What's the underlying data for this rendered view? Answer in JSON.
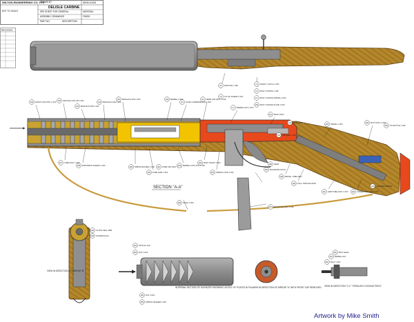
{
  "title_block": {
    "company": "WILTON ENGINEERING CO. LTD",
    "drawn_by": "DRAWN BY",
    "drawing_no": "5830-5426",
    "item": "DELISLE CARBINE",
    "notes": [
      "SEE SHEET FOR GENERAL",
      "MATERIAL",
      "FINISH",
      "ASSEMBLY DRAWINGS",
      "NOT TO SCALE",
      "PART NO.",
      "DESCRIPTION"
    ]
  },
  "revision_table_title": "REVISIONS",
  "section_label": "SECTION \"A-A\"",
  "credit": "Artwork by Mike Smith",
  "views": {
    "front": "VIEW IN DIRECTION OF ARROW \"B\"",
    "silencer": "INTERNAL SECTION OF SILENCER SHOWING LAYOUT OF PLATES IN FULL",
    "rear": "VIEW IN DIRECTION OF ARROW \"A\" WITH FRONT CAP REMOVED",
    "bolt": "VIEW IN DIRECTION \"C-C\" THROUGH COCKING PIECE"
  },
  "callouts": [
    {
      "id": "c1",
      "num": "(15)",
      "text": "FRONT CAP ASSY 1 OFF"
    },
    {
      "id": "c2",
      "num": "(14)",
      "text": "SPACING COLLAR 1 OFF"
    },
    {
      "id": "c3",
      "num": "(13)",
      "text": "BAFFLE PLATE 1 OFF"
    },
    {
      "id": "c4",
      "num": "(12)",
      "text": "BAFFLE PLATE 1 OFF"
    },
    {
      "id": "c5",
      "num": "(11)",
      "text": "BAFFLE PLATE 1 OFF"
    },
    {
      "id": "c6",
      "num": "(10)",
      "text": "BARREL 1 OFF"
    },
    {
      "id": "c7",
      "num": "(9)",
      "text": "FLASH COMPENSATOR 1 OFF"
    },
    {
      "id": "c8",
      "num": "(8)",
      "text": "REAR CAP ASSY 1 OFF"
    },
    {
      "id": "c9",
      "num": "(7)",
      "text": "BARREL NUT 1 OFF"
    },
    {
      "id": "c10",
      "num": "(5)",
      "text": "EJECTOR 1 OFF"
    },
    {
      "id": "c11",
      "num": "(4)",
      "text": "OIL OIL SCREW 1 OFF"
    },
    {
      "id": "c12",
      "num": "(3)",
      "text": "SAFETY CATCH 1 OFF"
    },
    {
      "id": "c13",
      "num": "(2)",
      "text": "BOLT LOCKING 1 OFF"
    },
    {
      "id": "c14",
      "num": "(1)",
      "text": "BOLT LOCKING SPRING 1 OFF"
    },
    {
      "id": "c15",
      "num": "(20)",
      "text": "BOLT LOCKING PLATE 1 OFF"
    },
    {
      "id": "c16",
      "num": "(21)",
      "text": "BODY ASSY"
    },
    {
      "id": "c17",
      "num": "(22)",
      "text": "BOLT ASSY"
    },
    {
      "id": "c18",
      "num": "(23)",
      "text": "SWIVEL 1 OFF"
    },
    {
      "id": "c19",
      "num": "(24)",
      "text": "TRIGGER 1 OFF"
    },
    {
      "id": "c20",
      "num": "(25)",
      "text": "BUTT ASSY 1 OFF"
    },
    {
      "id": "c21",
      "num": "(26)",
      "text": "OIL BOTTLE 1 OFF"
    },
    {
      "id": "c22",
      "num": "(27)",
      "text": "TUBE ASSY 1 OFF"
    },
    {
      "id": "c23",
      "num": "(28)",
      "text": "EXPANSION SLEEVE 1 OFF"
    },
    {
      "id": "c24",
      "num": "(29)",
      "text": "SPRING BUFFER 1 OFF"
    },
    {
      "id": "c25",
      "num": "(30)",
      "text": "FORE GRIP 1 OFF"
    },
    {
      "id": "c26",
      "num": "(31)",
      "text": "FORE CAP ASSY 1 OFF"
    },
    {
      "id": "c27",
      "num": "(32)",
      "text": "BARREL LOCK NUT 1 OFF"
    },
    {
      "id": "c28",
      "num": "(33)",
      "text": "BODY STRAP 1 OFF"
    },
    {
      "id": "c29",
      "num": "(34)",
      "text": "SPRING STUD 1 OFF"
    },
    {
      "id": "c30",
      "num": "(35)",
      "text": "MAGAZINE CATCH"
    },
    {
      "id": "c31",
      "num": "(36)",
      "text": "SLING 1 OFF"
    },
    {
      "id": "c32",
      "num": "(37)",
      "text": "MAGAZINE ASSY 1 OFF"
    },
    {
      "id": "c33",
      "num": "(38)",
      "text": "SEAR"
    },
    {
      "id": "c34",
      "num": "(39)",
      "text": "BRUSH, TUBE ASSY"
    },
    {
      "id": "c35",
      "num": "(40)",
      "text": "PULL-THROUGH ROD"
    },
    {
      "id": "c36",
      "num": "(41)",
      "text": "GRIP TUBE ASSY 1 OFF"
    },
    {
      "id": "c37",
      "num": "(42)",
      "text": "CONNECTING BAR 1 OFF"
    },
    {
      "id": "c38",
      "num": "(43)",
      "text": "CLEANING BRUSH"
    },
    {
      "id": "c39",
      "num": "(44)",
      "text": "OPTICAL NUT"
    },
    {
      "id": "c40",
      "num": "(45)",
      "text": "SPRING WASHER 2 OFF"
    },
    {
      "id": "c41",
      "num": "(46)",
      "text": "NUT 2 OFF"
    },
    {
      "id": "c42",
      "num": "(47)",
      "text": "BARREL NUT"
    },
    {
      "id": "c43",
      "num": "(48)",
      "text": "SOLDER HOLE"
    },
    {
      "id": "c44",
      "num": "(49)",
      "text": "OIL BTL SEAL 4MM"
    },
    {
      "id": "c45",
      "num": "(50)",
      "text": "NUT 1 OFF"
    },
    {
      "id": "c46",
      "num": "(51)",
      "text": "BOLT HEAD"
    },
    {
      "id": "c47",
      "num": "(52)",
      "text": "BOLT 1 OFF"
    }
  ]
}
